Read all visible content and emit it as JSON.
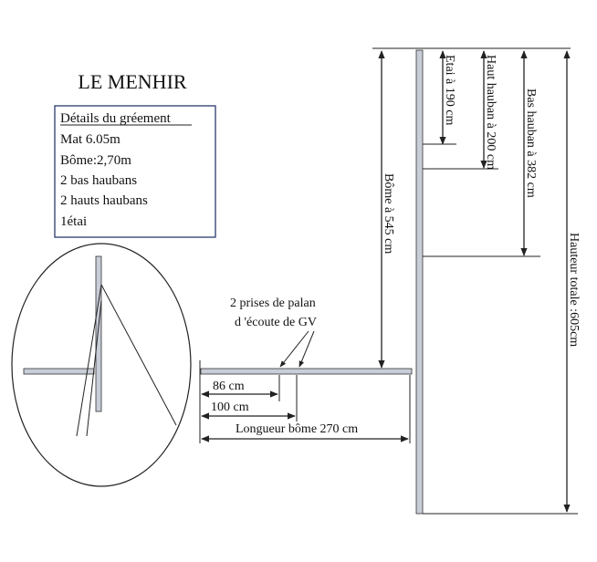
{
  "title": "LE MENHIR",
  "details_box": {
    "heading": "Détails du gréement",
    "lines": [
      "Mat 6.05m",
      "Bôme:2,70m",
      "2 bas haubans",
      "2 hauts haubans",
      "1étai"
    ]
  },
  "labels": {
    "bome_height": "Bôme à 545 cm",
    "etai": "Etai à 190 cm",
    "haut_hauban": "Haut hauban à 200 cm",
    "bas_hauban": "Bas hauban à 382 cm",
    "hauteur_totale": "Hauteur totale :605cm",
    "prises_line1": "2 prises de palan",
    "prises_line2": "d 'écoute de GV",
    "dim_86": "86 cm",
    "dim_100": "100 cm",
    "longueur_bome": "Longueur bôme 270 cm"
  },
  "colors": {
    "mast_fill": "#c9cdd8",
    "line": "#222222"
  }
}
